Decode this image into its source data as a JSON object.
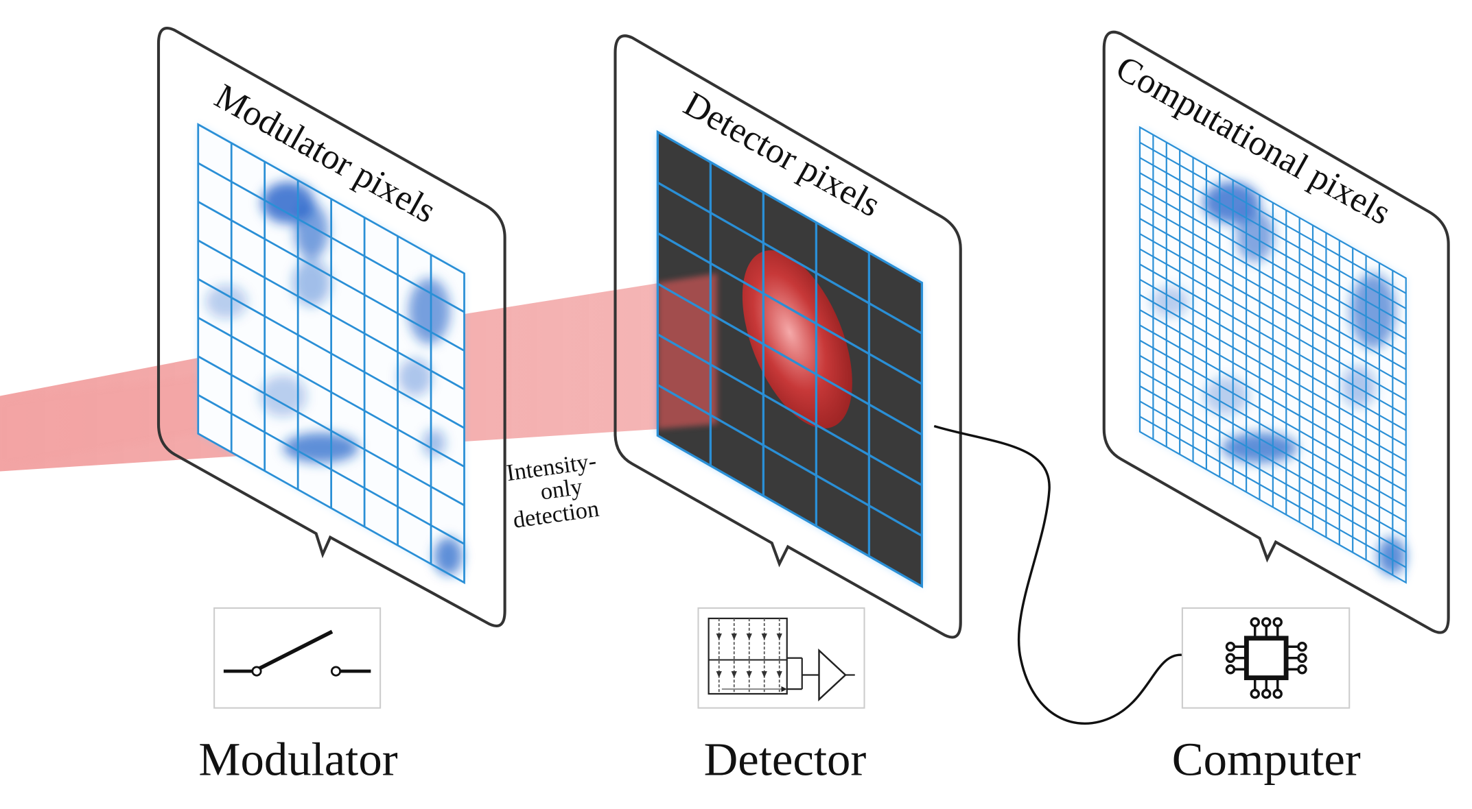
{
  "panels": [
    {
      "id": "modulator",
      "title": "Modulator pixels",
      "device_label": "Modulator",
      "device_icon": "switch-icon"
    },
    {
      "id": "detector",
      "title": "Detector pixels",
      "device_label": "Detector",
      "device_icon": "detector-amplifier-icon"
    },
    {
      "id": "computer",
      "title": "Computational pixels",
      "device_label": "Computer",
      "device_icon": "chip-icon"
    }
  ],
  "annotation": {
    "line1": "Intensity-",
    "line2": "only",
    "line3": "detection"
  },
  "colors": {
    "beam": "#e85a5a",
    "grid": "#2a8fd6",
    "sample_blue": "#1f5fc8",
    "detector_bg": "#3a3a3a",
    "frame": "#333333"
  }
}
